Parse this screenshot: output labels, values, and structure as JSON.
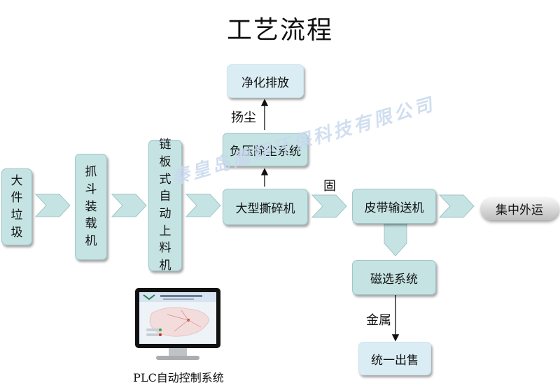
{
  "title": "工艺流程",
  "steps": {
    "bulky_waste": "大件垃圾",
    "grab_loading": "抓斗装载机",
    "chain_plate_feeder": "链板式自动上料机",
    "shredder": "大型撕碎机",
    "negative_pressure_dust": "负压除尘系统",
    "purified_discharge": "净化排放",
    "belt_conveyor": "皮带输送机",
    "magnetic_separation": "磁选系统",
    "unified_sale": "统一出售",
    "centralized_transport": "集中外运"
  },
  "edge_labels": {
    "dust": "扬尘",
    "solid": "固",
    "metal": "金属"
  },
  "plc": {
    "label": "PLC自动控制系统"
  },
  "watermark": "秦皇岛鹰翔环保科技有限公司",
  "colors": {
    "box_fill": "#c6e3e4",
    "box_border": "#9fc6c7",
    "light_box": "#daedf4"
  }
}
